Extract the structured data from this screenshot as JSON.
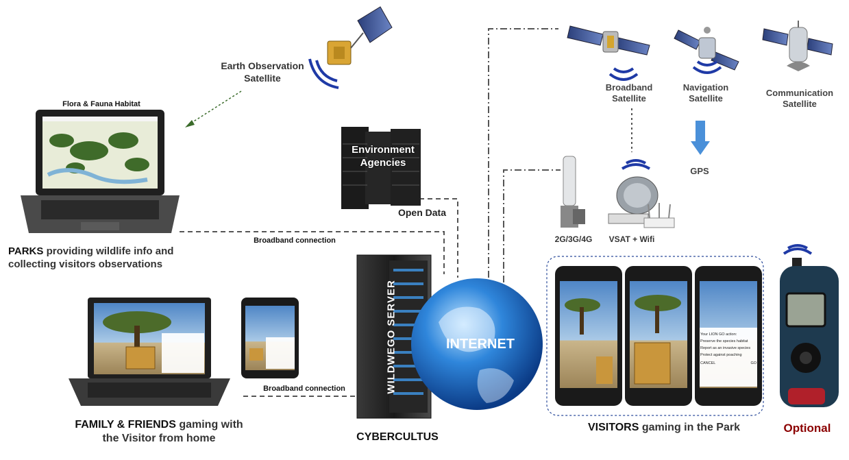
{
  "labels": {
    "earth_obs": "Earth Observation Satellite",
    "flora_fauna": "Flora & Fauna Habitat",
    "parks_strong": "PARKS",
    "parks_rest": " providing wildlife info and collecting visitors observations",
    "env_agencies": "Environment Agencies",
    "open_data": "Open Data",
    "broadband_top": "Broadband connection",
    "broadband_bottom": "Broadband connection",
    "broadband_sat": "Broadband Satellite",
    "navigation_sat": "Navigation Satellite",
    "communication_sat": "Communication Satellite",
    "gps": "GPS",
    "cell": "2G/3G/4G",
    "vsat": "VSAT + Wifi",
    "server": "WILDWEGO SERVER",
    "internet": "INTERNET",
    "cybercultus": "CYBERCULTUS",
    "family_strong": "FAMILY & FRIENDS",
    "family_rest": " gaming with the Visitor from home",
    "visitors_strong": "VISITORS",
    "visitors_rest": " gaming in the Park",
    "optional": "Optional"
  },
  "game_dialog": {
    "title": "Your LION GO action:",
    "options": [
      "Preserve the species habitat",
      "Report as an invasive species",
      "Protect against poaching"
    ],
    "cancel": "CANCEL",
    "go": "GO"
  },
  "colors": {
    "accent_red": "#8b0000",
    "globe_blue": "#1e6fc8",
    "arrow_blue": "#4a90d9",
    "server_dark": "#1c1c1c"
  }
}
